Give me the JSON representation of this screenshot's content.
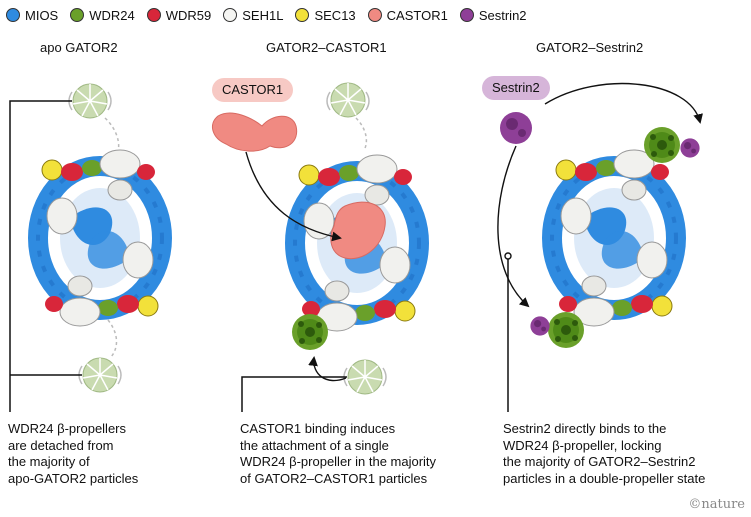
{
  "legend": [
    {
      "label": "MIOS",
      "color": "#2f8be0"
    },
    {
      "label": "WDR24",
      "color": "#6aa02a"
    },
    {
      "label": "WDR59",
      "color": "#d8263a"
    },
    {
      "label": "SEH1L",
      "color": "#f5f5f2"
    },
    {
      "label": "SEC13",
      "color": "#f2e13a"
    },
    {
      "label": "CASTOR1",
      "color": "#f08a82"
    },
    {
      "label": "Sestrin2",
      "color": "#8e3f97"
    }
  ],
  "panels": [
    {
      "title": "apo GATOR2",
      "caption": [
        "WDR24 β-propellers",
        "are detached from",
        "the majority of",
        "apo-GATOR2 particles"
      ]
    },
    {
      "title": "GATOR2–CASTOR1",
      "tag": "CASTOR1",
      "caption": [
        "CASTOR1 binding induces",
        "the attachment of a single",
        "WDR24 β-propeller in the majority",
        "of GATOR2–CASTOR1 particles"
      ]
    },
    {
      "title": "GATOR2–Sestrin2",
      "tag": "Sestrin2",
      "caption": [
        "Sestrin2 directly binds to the",
        "WDR24 β-propeller, locking",
        "the majority of GATOR2–Sestrin2",
        "particles in a double-propeller state"
      ]
    }
  ],
  "colors": {
    "mios": "#2f8be0",
    "wdr24": "#6aa02a",
    "wdr24_faded": "#c9dbb0",
    "wdr59": "#d8263a",
    "seh1l": "#f1f1ee",
    "sec13": "#f2e13a",
    "castor1": "#f08a82",
    "castor1_tag": "#f7c9c4",
    "sestrin2": "#8e3f97",
    "sestrin2_tag": "#d6b5d9"
  },
  "logo": "©nature"
}
